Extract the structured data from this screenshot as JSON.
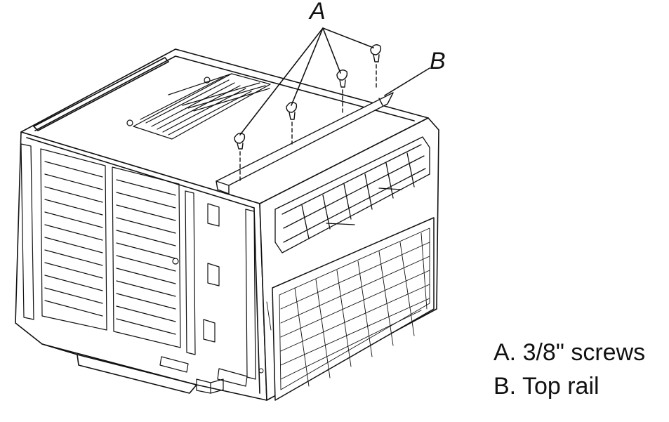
{
  "callouts": {
    "a_letter": "A",
    "b_letter": "B"
  },
  "legend": {
    "item_a": "A. 3/8\" screws",
    "item_b": "B. Top rail"
  },
  "colors": {
    "line": "#111111",
    "background": "#ffffff"
  }
}
